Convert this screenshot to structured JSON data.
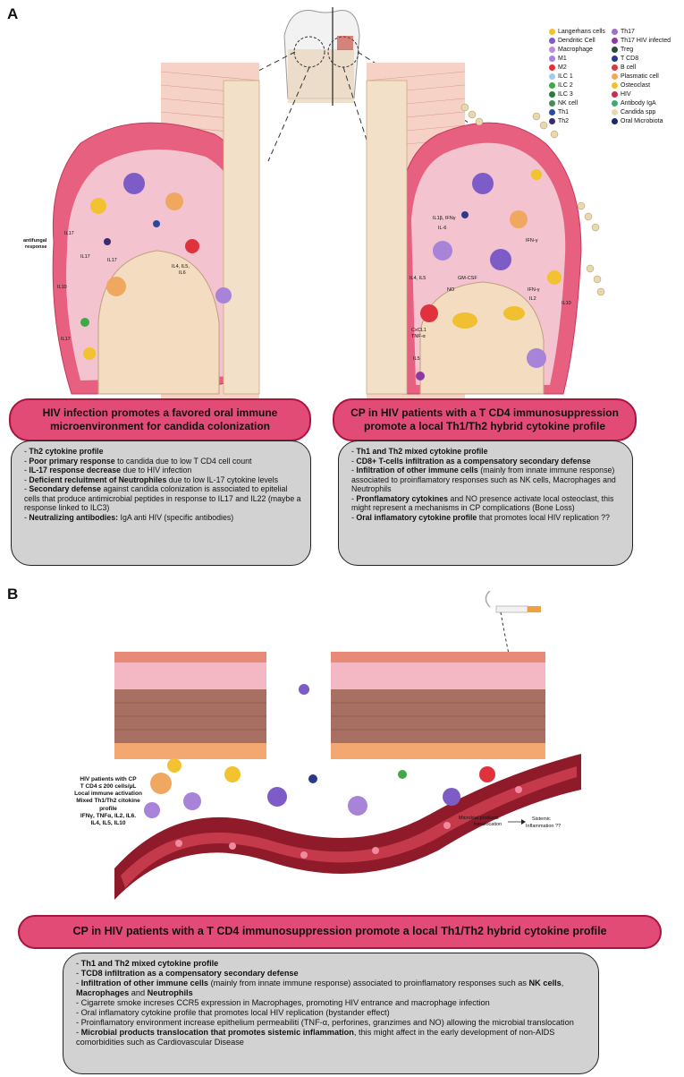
{
  "panels": {
    "a": "A",
    "b": "B"
  },
  "colors": {
    "banner": "#e34b77",
    "banner_border": "#a8143e",
    "box": "#d2d2d2",
    "gum": "#e8607f",
    "tissue": "#f3c3cf",
    "bone": "#f3dcc0",
    "vessel": "#8e1a2a",
    "cell_purple": "#8a5ac8"
  },
  "legend": {
    "col1": [
      {
        "label": "Langerhans cells",
        "color": "#f2c230"
      },
      {
        "label": "Dendritic Cell",
        "color": "#7e5cc8"
      },
      {
        "label": "Macrophage",
        "color": "#c08ad8"
      },
      {
        "label": "M1",
        "color": "#a884d8"
      },
      {
        "label": "M2",
        "color": "#e0323c"
      },
      {
        "label": "ILC 1",
        "color": "#a8c8e8"
      },
      {
        "label": "ILC 2",
        "color": "#40a848"
      },
      {
        "label": "ILC 3",
        "color": "#2a7a3a"
      },
      {
        "label": "NK cell",
        "color": "#4a8a5a"
      },
      {
        "label": "Th1",
        "color": "#2a4aa0"
      },
      {
        "label": "Th2",
        "color": "#3a2a70"
      }
    ],
    "col2": [
      {
        "label": "Th17",
        "color": "#a070c8"
      },
      {
        "label": "Th17 HIV infected",
        "color": "#8a3aa0"
      },
      {
        "label": "Treg",
        "color": "#2a4a3a"
      },
      {
        "label": "T CD8",
        "color": "#2a3a8a"
      },
      {
        "label": "B cell",
        "color": "#d83a3a"
      },
      {
        "label": "Plasmatic cell",
        "color": "#f0a860"
      },
      {
        "label": "Osteoclast",
        "color": "#f0c030"
      },
      {
        "label": "HIV",
        "color": "#c03050"
      },
      {
        "label": "Antibody IgA",
        "color": "#40a878"
      },
      {
        "label": "Candida spp",
        "color": "#e8d8b0"
      },
      {
        "label": "Oral Microbiota",
        "color": "#1a2a6a"
      }
    ]
  },
  "diagram_a": {
    "left_labels": [
      "antifungal",
      "response",
      "IL17",
      "IL17",
      "IL17",
      "IL10",
      "IL4, IL5,",
      "IL6",
      "IL17"
    ],
    "right_labels": [
      "IL1β, IFNγ",
      "IL-6",
      "GM-CSF",
      "NO",
      "IL4, IL5",
      "IFN-γ",
      "IFN-γ",
      "IL2",
      "IL10",
      "CxCL1",
      "TNF-α",
      "IL5"
    ]
  },
  "banner_a_left": {
    "line1": "HIV infection promotes a favored oral immune",
    "line2": "microenvironment for candida colonization"
  },
  "banner_a_right": {
    "line1": "CP in HIV patients with a T CD4 immunosuppression",
    "line2": "promote a local Th1/Th2 hybrid cytokine profile"
  },
  "box_a_left": [
    {
      "b": "Th2 cytokine profile",
      "t": ""
    },
    {
      "b": "Poor primary response",
      "t": " to candida due to low T CD4 cell count"
    },
    {
      "b": "IL-17 response decrease",
      "t": " due to HIV infection"
    },
    {
      "b": "Deficient recluitment of Neutrophiles",
      "t": " due to low IL-17 cytokine levels"
    },
    {
      "b": "Secondary defense",
      "t": " against candida colonization is associated to epitelial cells that produce antimicrobial peptides in response to IL17 and IL22 (maybe a response linked to ILC3)"
    },
    {
      "b": "Neutralizing antibodies:",
      "t": " IgA anti HIV (specific antibodies)"
    }
  ],
  "box_a_right": [
    {
      "b": "Th1 and Th2 mixed cytokine profile",
      "t": ""
    },
    {
      "b": "CD8+ T-cells infiltration as a compensatory secondary defense",
      "t": ""
    },
    {
      "b": "Infiltration of other immune cells",
      "t": " (mainly from innate immune response) associated to proinflamatory responses such as NK cells, Macrophages and Neutrophils"
    },
    {
      "b": "Pronflamatory cytokines",
      "t": " and NO presence activate local osteoclast, this might represent a mechanisms in CP complications (Bone Loss)"
    },
    {
      "b": "Oral inflamatory cytokine profile",
      "t": " that promotes local HIV replication ??"
    }
  ],
  "diagram_b": {
    "note": [
      "HIV patients with CP",
      "T CD4 ≤ 200 cells/µL",
      "Local immune activation",
      "Mixed Th1/Th2 citokine profile",
      "IFNγ, TNFα, IL2, IL6.",
      "IL4, IL5, IL10"
    ],
    "translocation": [
      "Microbial products",
      "translocation"
    ],
    "sistemic": [
      "Sistemic",
      "Inflammation ??"
    ]
  },
  "banner_b": {
    "text": "CP in HIV patients with a T CD4 immunosuppression promote a local Th1/Th2 hybrid cytokine profile"
  },
  "box_b": [
    {
      "b": "Th1 and Th2 mixed cytokine profile",
      "t": ""
    },
    {
      "b": "TCD8 infiltration as a compensatory secondary defense",
      "t": ""
    },
    {
      "b": "Infiltration of other immune cells",
      "t": " (mainly from innate immune response) associated to proinflamatory responses such as ",
      "b2": "NK cells",
      "t2": ", ",
      "b3": "Macrophages",
      "t3": " and ",
      "b4": "Neutrophils",
      "t4": ""
    },
    {
      "b": "",
      "t": "Cigarrete smoke increses CCR5 expression in Macrophages, promoting HIV entrance and macrophage infection"
    },
    {
      "b": "",
      "t": "Oral inflamatory cytokine profile that promotes local HIV replication (bystander effect)"
    },
    {
      "b": "",
      "t": "Proinflamatory environment increase epithelium permeabiliti (TNF-α, perforines, granzimes and NO) allowing the microbial translocation"
    },
    {
      "b": "Microbial products translocation that promotes sistemic inflammation",
      "t": ", this might affect in the early development of non-AIDS comorbidities such as Cardiovascular Disease"
    }
  ]
}
